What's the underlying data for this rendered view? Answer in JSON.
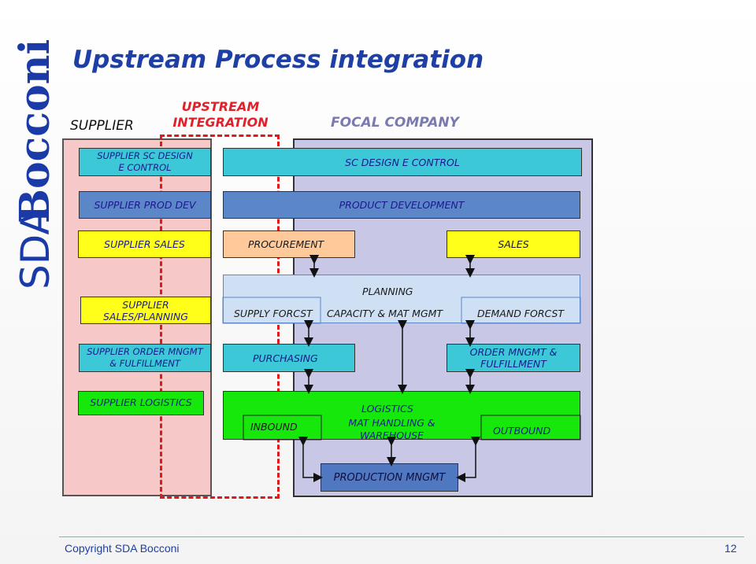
{
  "brand": {
    "name": "SDA Bocconi",
    "part1": "SDA",
    "part2": "Bocconi"
  },
  "title": "Upstream Process integration",
  "headers": {
    "supplier": "SUPPLIER",
    "upstream": "UPSTREAM INTEGRATION",
    "focal": "FOCAL COMPANY"
  },
  "supplier_boxes": {
    "sc_design": "SUPPLIER SC DESIGN E CONTROL",
    "prod_dev": "SUPPLIER PROD DEV",
    "sales": "SUPPLIER SALES",
    "sales_planning": "SUPPLIER SALES/PLANNING",
    "order_mngmt": "SUPPLIER ORDER MNGMT & FULFILLMENT",
    "logistics": "SUPPLIER LOGISTICS"
  },
  "focal_boxes": {
    "sc_design": "SC DESIGN E CONTROL",
    "product_development": "PRODUCT DEVELOPMENT",
    "procurement": "PROCUREMENT",
    "sales": "SALES",
    "planning": "PLANNING",
    "supply_forcst": "SUPPLY FORCST",
    "capacity": "CAPACITY & MAT MGMT",
    "demand_forcst": "DEMAND FORCST",
    "purchasing": "PURCHASING",
    "order_mngmt": "ORDER MNGMT & FULFILLMENT",
    "logistics": "LOGISTICS",
    "inbound": "INBOUND",
    "mat_handling": "MAT HANDLING & WAREHOUSE",
    "outbound": "OUTBOUND",
    "production_mngmt": "PRODUCTION MNGMT"
  },
  "footer": {
    "copyright": "Copyright SDA Bocconi",
    "page_number": "12"
  },
  "colors": {
    "title": "#1d3fa6",
    "upstream_header": "#e0202a",
    "supplier_column": "#f6c8c8",
    "focal_column": "#c8c8e6",
    "teal": "#3dc8d8",
    "blue": "#5b86c8",
    "yellow": "#ffff1a",
    "orange": "#ffc999",
    "green": "#17e80b",
    "navy": "#1f2f8a"
  }
}
